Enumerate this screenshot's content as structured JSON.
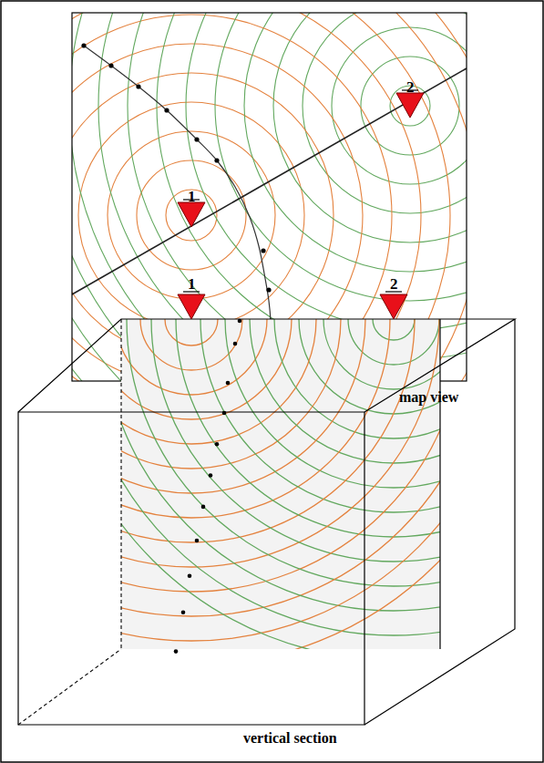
{
  "diagram": {
    "labels": [
      "1",
      "2",
      "map view",
      "1",
      "2",
      "vertical section"
    ]
  }
}
